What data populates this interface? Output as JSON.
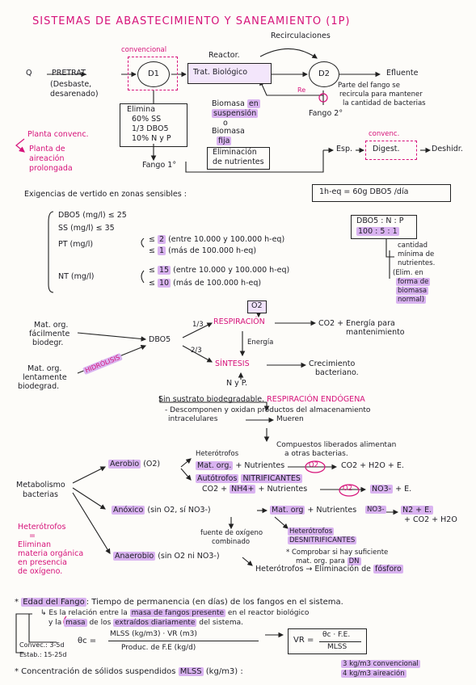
{
  "title": "SISTEMAS DE ABASTECIMIENTO Y SANEAMIENTO (1P)",
  "diagram": {
    "recirculaciones": "Recirculaciones",
    "convencional": "convencional",
    "reactor": "Reactor.",
    "q": "Q",
    "pretrat": "PRETRAT.",
    "pretrat_sub1": "(Desbaste,",
    "pretrat_sub2": "desarenado)",
    "d1": "D1",
    "trat_biologico": "Trat. Biológico",
    "d2": "D2",
    "efluente": "Efluente",
    "re": "Re",
    "recirc_note1": "Parte del fango se",
    "recirc_note2": "recircula para mantener",
    "recirc_note3": "la cantidad de bacterias",
    "fango2": "Fango 2°",
    "elimina": [
      "Elimina",
      "60% SS",
      "1/3 DBO5",
      "10% N y P"
    ],
    "biomasa_susp1": "Biomasa",
    "biomasa_susp2": "en",
    "biomasa_susp3": "suspensión",
    "o": "o",
    "biomasa_fija1": "Biomasa",
    "biomasa_fija2": "fija",
    "elim_nutrientes1": "Eliminación",
    "elim_nutrientes2": "de nutrientes",
    "fango1": "Fango 1°",
    "esp": "Esp.",
    "convenc": "convenc.",
    "digest": "Digest.",
    "deshidr": "Deshidr.",
    "planta_conv": "Planta convenc.",
    "planta_aire1": "Planta de",
    "planta_aire2": "aireación",
    "planta_aire3": "prolongada"
  },
  "exigencias": {
    "heading": "Exigencias de vertido en zonas sensibles :",
    "heq": "1h-eq = 60g DBO5 /día",
    "dbo": "DBO5 (mg/l) ≤ 25",
    "ss": "SS (mg/l) ≤ 35",
    "pt_label": "PT (mg/l)",
    "pt_1_val": "2",
    "pt_1_txt": "(entre 10.000 y 100.000 h-eq)",
    "pt_2_val": "1",
    "pt_2_txt": "(más de 100.000 h-eq)",
    "nt_label": "NT (mg/l)",
    "nt_1_val": "15",
    "nt_1_txt": "(entre 10.000 y 100.000 h-eq)",
    "nt_2_val": "10",
    "nt_2_txt": "(más de 100.000 h-eq)",
    "ratio1": "DBO5 : N : P",
    "ratio2": "100 : 5 : 1",
    "cantidad1": "cantidad",
    "cantidad2": "mínima de",
    "cantidad3": "nutrientes.",
    "elim1": "(Elim. en",
    "elim2": "forma de",
    "elim3": "biomasa",
    "elim4": "normal)"
  },
  "respiracion": {
    "o2": "O2",
    "mat1": "Mat. org.",
    "mat2": "fácilmente",
    "mat3": "biodegr.",
    "lent1": "Mat. org.",
    "lent2": "lentamente",
    "lent3": "biodegrad.",
    "hidrolisis": "HIDRÓLISIS",
    "dbo5": "DBO5",
    "frac1": "1/3",
    "frac2": "2/3",
    "respiracion": "RESPIRACIÓN",
    "resp_out": "CO2 + Energía para",
    "resp_out2": "mantenimiento",
    "energia": "Energía",
    "sintesis": "SÍNTESIS",
    "sint_out1": "Crecimiento",
    "sint_out2": "bacteriano.",
    "nyp": "N y P.",
    "endogena_pre": "Sin sustrato biodegradable.",
    "endogena": "RESPIRACIÓN ENDÓGENA",
    "endo_line1": "- Descomponen y oxidan productos del almacenamiento",
    "endo_line2": "intracelulares",
    "mueren": "Mueren",
    "endo_line3": "Compuestos liberados alimentan",
    "endo_line4": "a otras bacterias."
  },
  "metabolismo": {
    "label1": "Metabolismo",
    "label2": "bacterias",
    "aerobio": "Aerobio",
    "aerobio_o2": "(O2)",
    "heterotrofos": "Heterótrofos",
    "mat_org": "Mat. org.",
    "nutrientes": "+ Nutrientes",
    "o2": "O2",
    "aer_out": "CO2 + H2O + E.",
    "autotrofos": "Autótrofos",
    "nitrificantes": "NITRIFICANTES",
    "auto_line_pre": "CO2 +",
    "nh4": "NH4+",
    "auto_line_post": "+ Nutrientes",
    "no3": "NO3-",
    "auto_out_e": "+ E.",
    "anoxico": "Anóxico",
    "anox_cond": "(sin O2, sí NO3-)",
    "anox_mat": "Mat. org",
    "anox_nutr": "+ Nutrientes",
    "anox_no3": "NO3-",
    "anox_out1": "N2 + E.",
    "anox_out2": "+ CO2 + H2O",
    "fuente1": "fuente de oxígeno",
    "fuente2": "combinado",
    "desnit1": "Heterótrofos",
    "desnit2": "DESNITRIFICANTES",
    "comprobar1": "* Comprobar si hay suficiente",
    "comprobar2": "mat. org. para",
    "comprobar_dn": "DN",
    "anaerobio": "Anaerobio",
    "anaer_cond": "(sin O2 ni NO3-)",
    "anaer_out_pre": "Heterótrofos → Eliminación de",
    "fosforo": "fósforo",
    "hetero1": "Heterótrofos",
    "hetero2": "=",
    "hetero3": "Eliminan",
    "hetero4": "materia orgánica",
    "hetero5": "en presencia",
    "hetero6": "de oxígeno."
  },
  "edad": {
    "star": "*",
    "label": "Edad del Fango",
    "def": ": Tiempo de permanencia (en días) de los fangos en el sistema.",
    "rel1_pre": "Es la relación entre la",
    "masa_fangos": "masa de fangos presente",
    "rel1_post": "en el reactor biológico",
    "rel2_pre": "y la",
    "masa": "masa",
    "rel2_mid": "de los",
    "extraidos": "extraídos diariamente",
    "rel2_post": "del sistema.",
    "theta": "θc =",
    "num": "MLSS (kg/m3) · VR (m3)",
    "den": "Produc. de F.E (kg/d)",
    "vr": "VR =",
    "vr_num": "θc · F.E.",
    "vr_den": "MLSS",
    "convec": "Convec.: 3-5d",
    "estab": "Estab.: 15-25d",
    "conc_pre": "* Concentración de sólidos suspendidos",
    "mlss": "MLSS",
    "conc_unit": "(kg/m3) :",
    "conc1": "3 kg/m3 convencional",
    "conc2": "4 kg/m3 aireación"
  }
}
